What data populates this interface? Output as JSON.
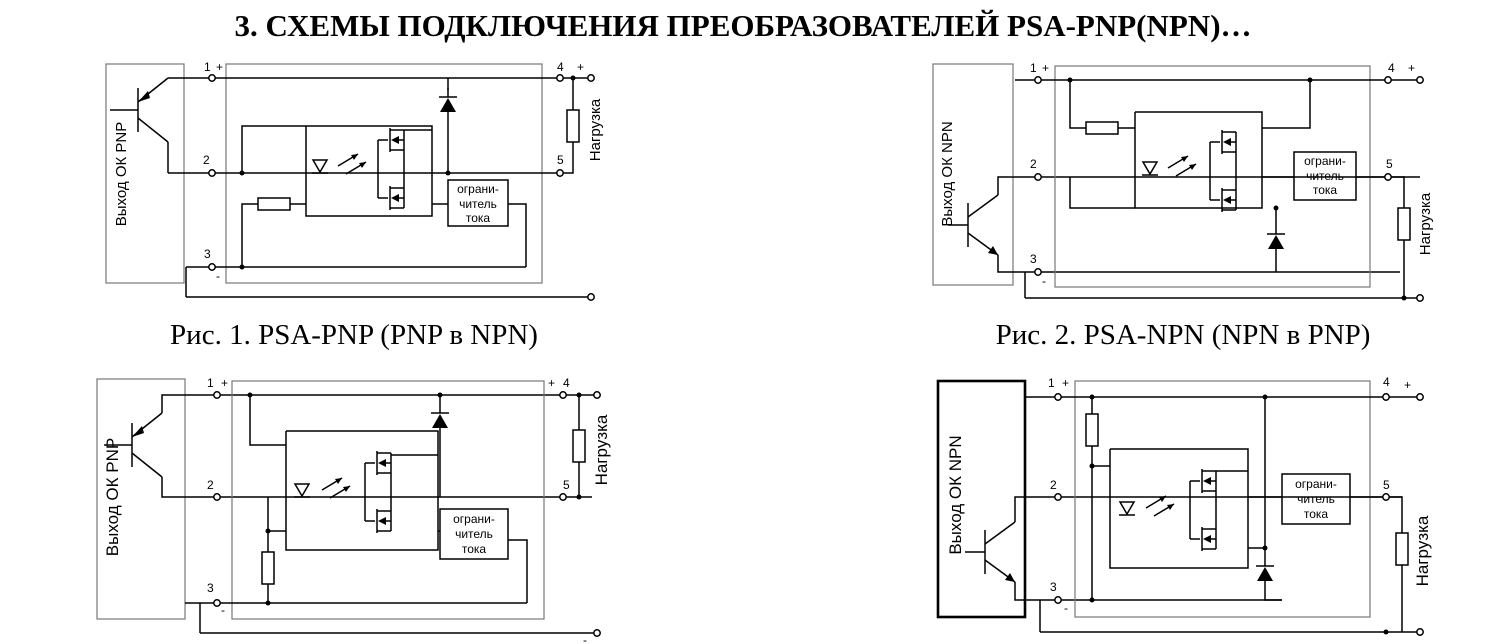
{
  "title": "3. СХЕМЫ ПОДКЛЮЧЕНИЯ ПРЕОБРАЗОВАТЕЛЕЙ PSA-PNP(NPN)…",
  "captions": {
    "fig1": "Рис. 1.  PSA-PNP (PNP в NPN)",
    "fig2": "Рис. 2.  PSA-NPN (NPN в PNP)"
  },
  "labels": {
    "out_pnp": "Выход ОК PNP",
    "out_npn": "Выход ОК NPN",
    "load": "Нагрузка",
    "limiter_1": "ограни-",
    "limiter_2": "читель",
    "limiter_3": "тока"
  },
  "pins": {
    "p1": "1",
    "p2": "2",
    "p3": "3",
    "p4": "4",
    "p5": "5",
    "plus": "+",
    "minus": "-"
  }
}
